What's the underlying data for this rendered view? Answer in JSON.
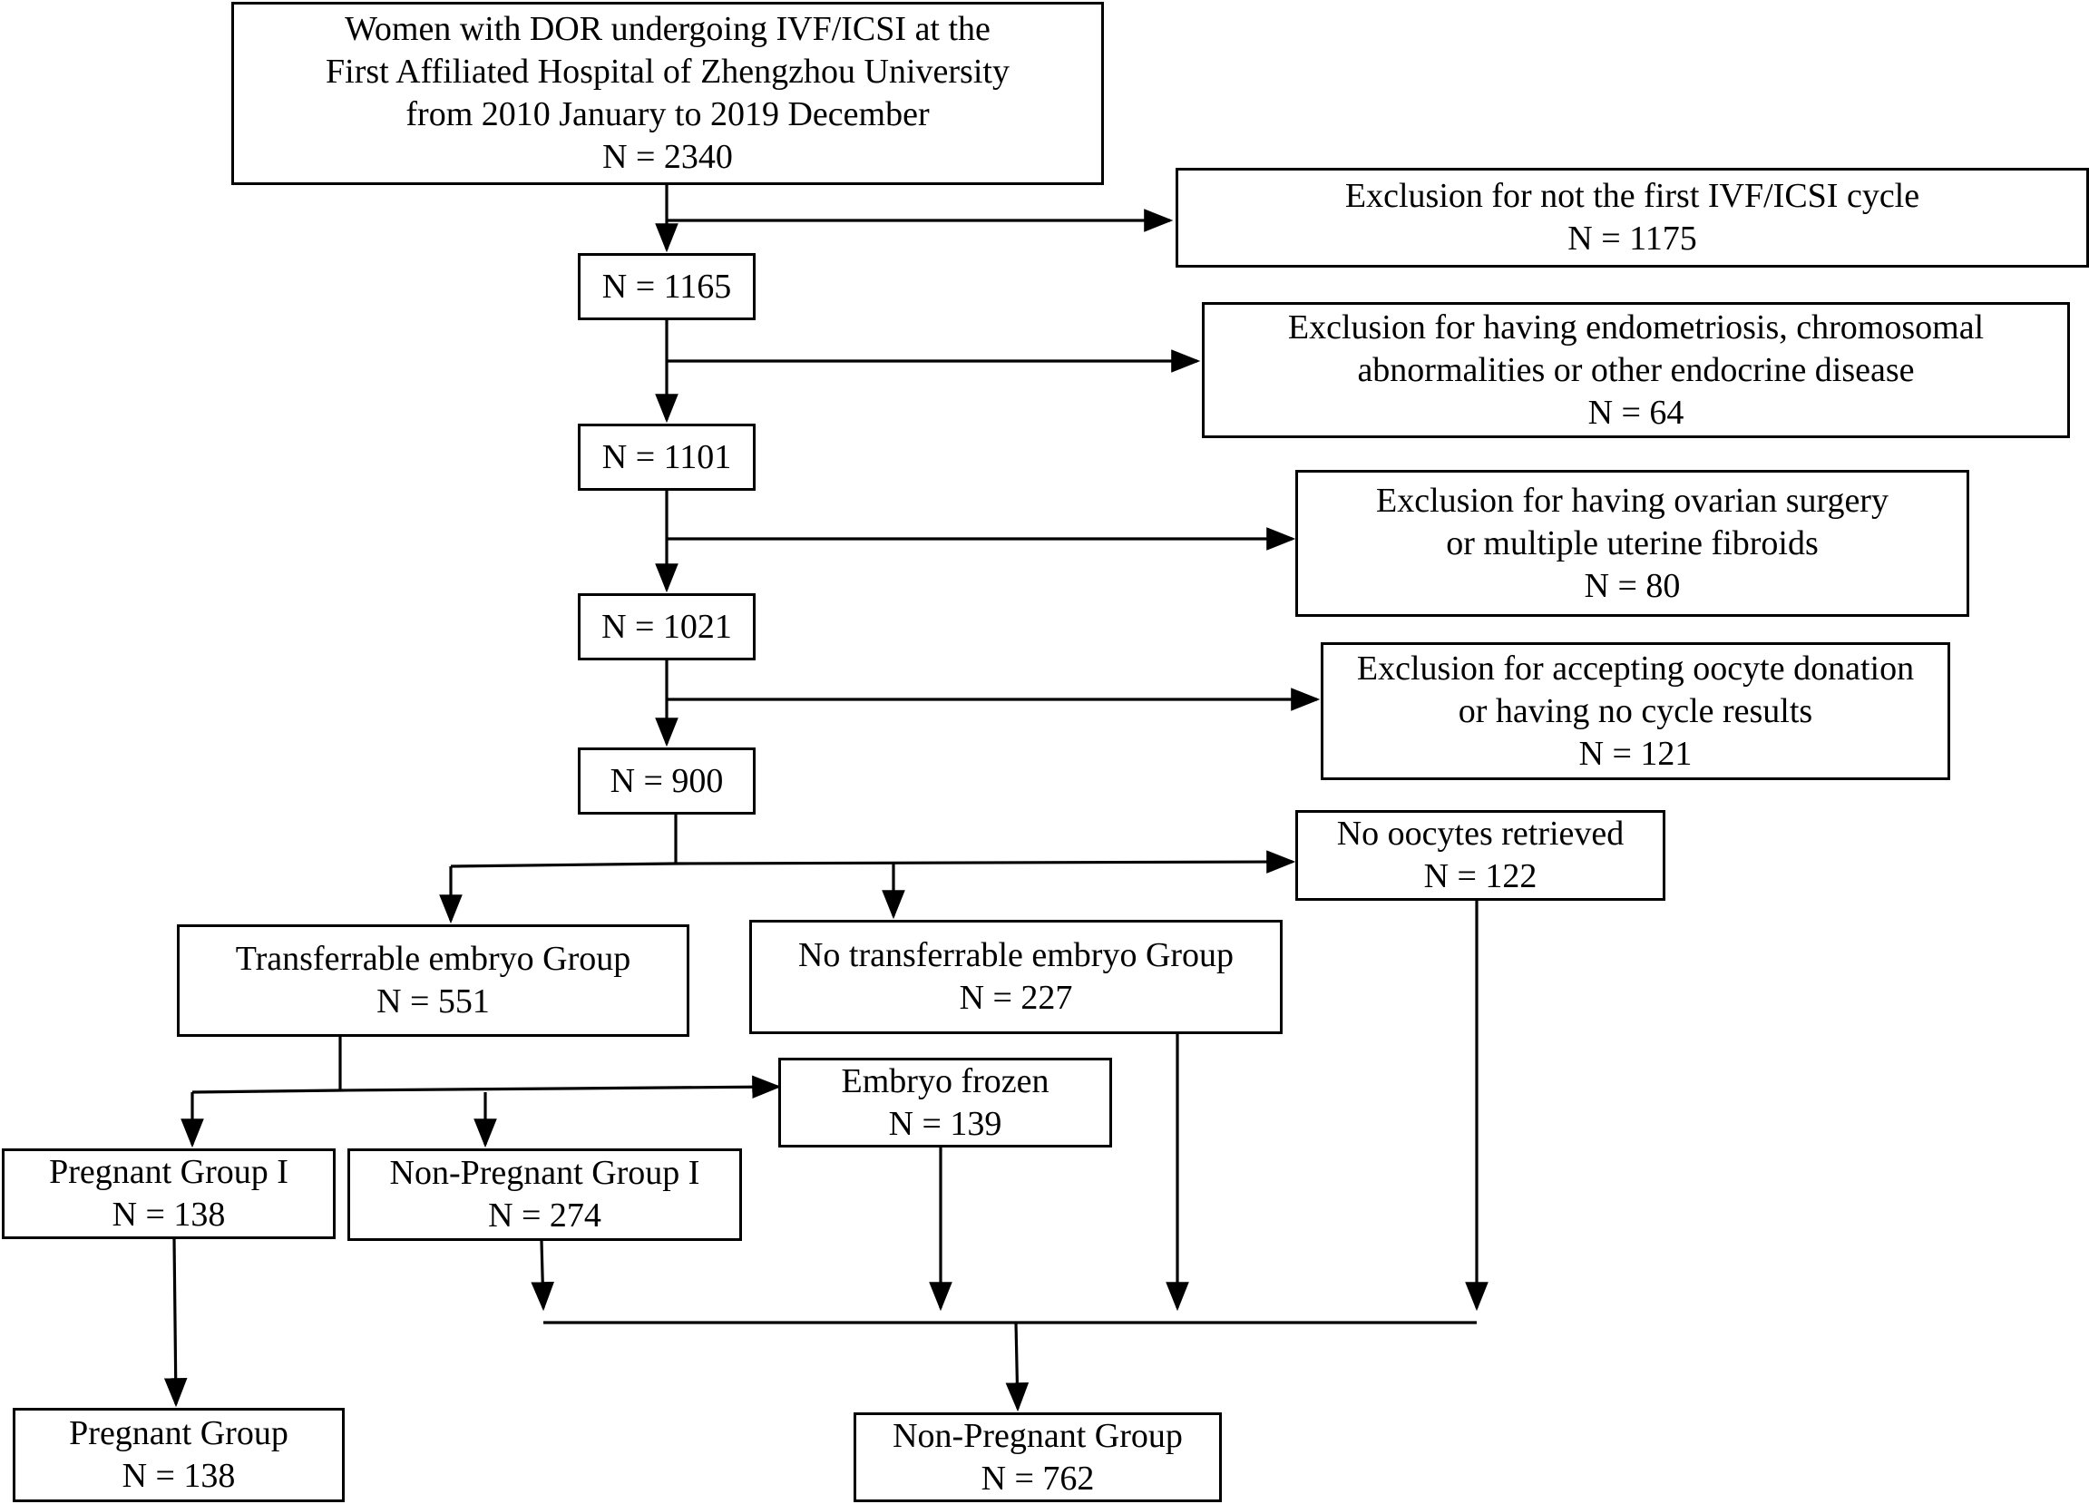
{
  "boxes": {
    "start": {
      "lines": [
        "Women with DOR undergoing IVF/ICSI at the",
        "First Affiliated Hospital of Zhengzhou University",
        "from 2010 January to 2019 December"
      ],
      "n": "N = 2340"
    },
    "n1165": {
      "n": "N = 1165"
    },
    "n1101": {
      "n": "N = 1101"
    },
    "n1021": {
      "n": "N = 1021"
    },
    "n900": {
      "n": "N = 900"
    },
    "excl1": {
      "lines": [
        "Exclusion for not the first IVF/ICSI cycle"
      ],
      "n": "N = 1175"
    },
    "excl2": {
      "lines": [
        "Exclusion for having endometriosis, chromosomal",
        "abnormalities or other endocrine disease"
      ],
      "n": "N = 64"
    },
    "excl3": {
      "lines": [
        "Exclusion for having ovarian surgery",
        "or multiple uterine fibroids"
      ],
      "n": "N = 80"
    },
    "excl4": {
      "lines": [
        "Exclusion for accepting oocyte donation",
        "or having no cycle results"
      ],
      "n": "N = 121"
    },
    "no_oocytes": {
      "lines": [
        "No oocytes retrieved"
      ],
      "n": "N = 122"
    },
    "transferrable": {
      "lines": [
        "Transferrable embryo Group"
      ],
      "n": "N = 551"
    },
    "no_transferrable": {
      "lines": [
        "No transferrable embryo Group"
      ],
      "n": "N = 227"
    },
    "frozen": {
      "lines": [
        "Embryo frozen"
      ],
      "n": "N = 139"
    },
    "pregnant1": {
      "lines": [
        "Pregnant Group I"
      ],
      "n": "N = 138"
    },
    "nonpregnant1": {
      "lines": [
        "Non-Pregnant Group I"
      ],
      "n": "N = 274"
    },
    "pregnant": {
      "lines": [
        "Pregnant Group"
      ],
      "n": "N = 138"
    },
    "nonpregnant": {
      "lines": [
        "Non-Pregnant Group"
      ],
      "n": "N = 762"
    }
  }
}
